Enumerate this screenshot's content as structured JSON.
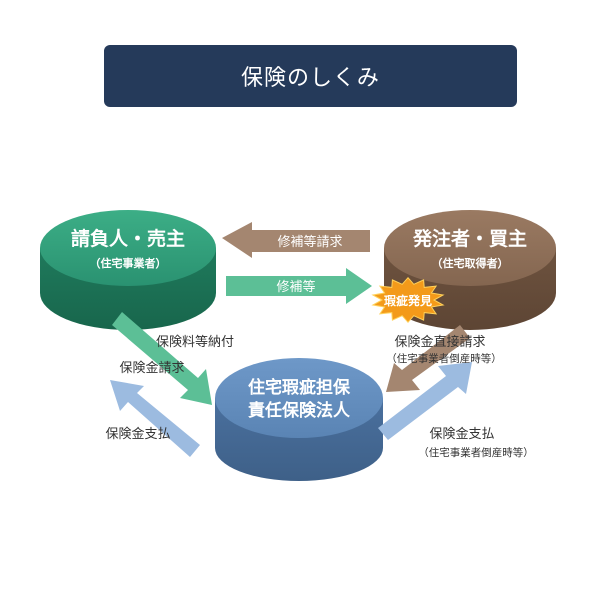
{
  "title": "保険のしくみ",
  "nodes": {
    "contractor": {
      "name": "請負人・売主",
      "sub": "（住宅事業者）",
      "color": "#2f9a78"
    },
    "buyer": {
      "name": "発注者・買主",
      "sub": "（住宅取得者）",
      "color": "#8a6a52"
    },
    "insurer": {
      "line1": "住宅瑕疵担保",
      "line2": "責任保険法人",
      "color": "#5d86b5"
    }
  },
  "badge": {
    "text": "瑕疵発見",
    "color": "#f39a1a"
  },
  "flows": {
    "repair_request": "修補等請求",
    "repair": "修補等",
    "premium_payment": "保険料等納付",
    "claim": "保険金請求",
    "payout_left": "保険金支払",
    "direct_claim": "保険金直接請求",
    "direct_claim_note": "（住宅事業者倒産時等）",
    "payout_right": "保険金支払",
    "payout_right_note": "（住宅事業者倒産時等）"
  },
  "colors": {
    "brown_arrow": "#a48670",
    "green_arrow": "#5cbf96",
    "blue_arrow": "#9cbbe0"
  }
}
